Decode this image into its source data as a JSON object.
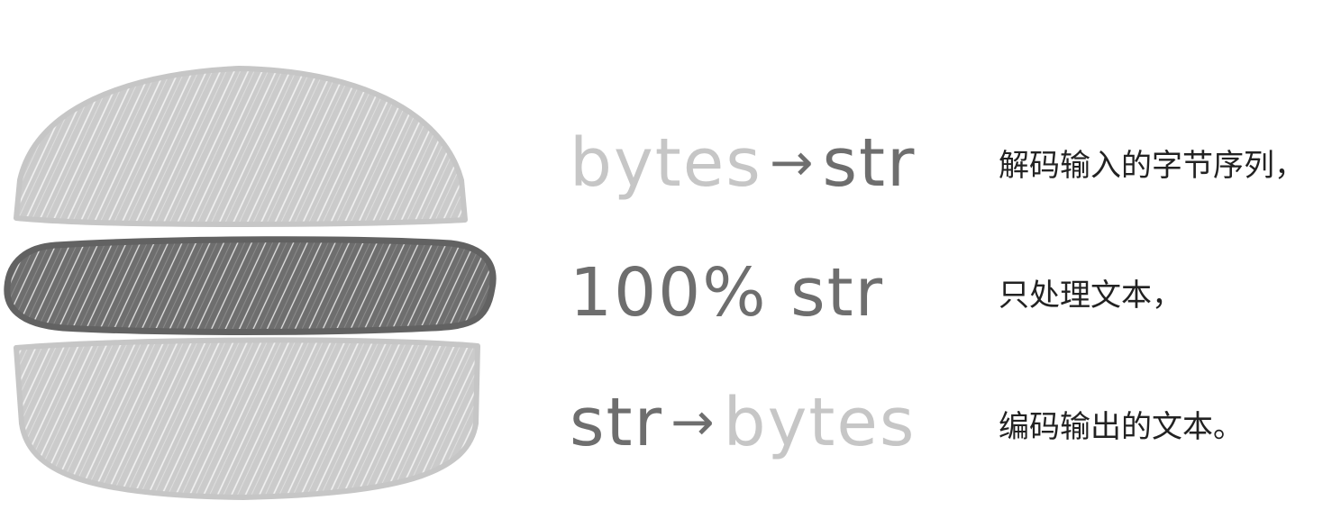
{
  "diagram": {
    "rows": [
      {
        "left": "bytes",
        "arrow": "→",
        "right": "str",
        "description": "解码输入的字节序列，"
      },
      {
        "text": "100% str",
        "description": "只处理文本，"
      },
      {
        "left": "str",
        "arrow": "→",
        "right": "bytes",
        "description": "编码输出的文本。"
      }
    ],
    "colors": {
      "bun": "#cbcbcb",
      "patty": "#6e6e6e",
      "light_text": "#c6c6c6",
      "dark_text": "#6e6e6e",
      "description_text": "#222222"
    }
  }
}
